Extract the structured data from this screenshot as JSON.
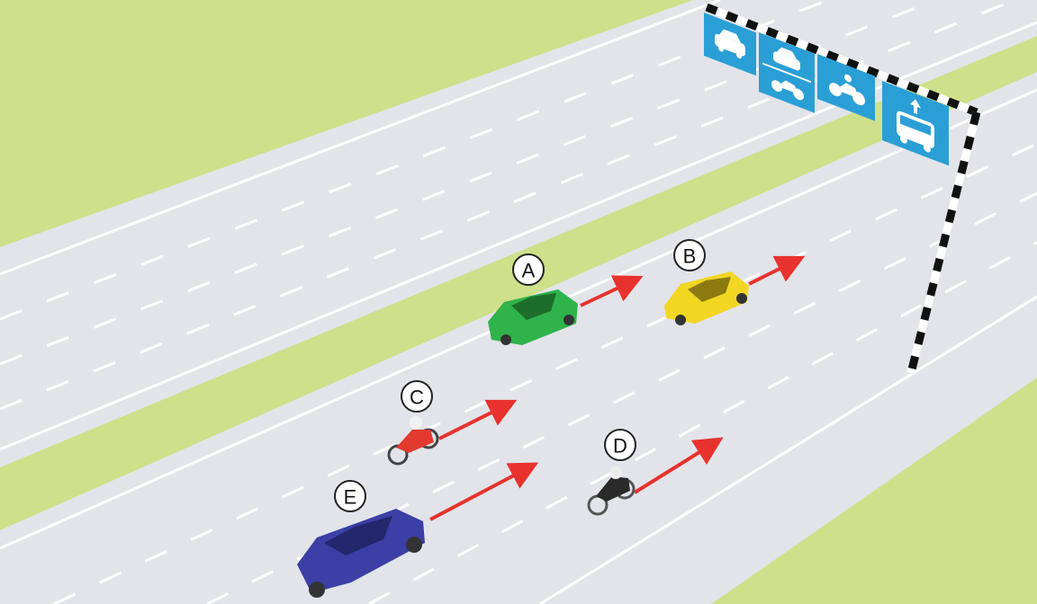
{
  "scene": {
    "type": "road-lane-diagram",
    "colors": {
      "grass": "#cfe08a",
      "road": "#e2e4ea",
      "lane_marking": "#ffffff",
      "arrow": "#e8322d",
      "sign_blue": "#2a9fd6",
      "gantry_black": "#111111"
    },
    "lane_signs": [
      {
        "icon": "car-icon",
        "vehicles": [
          "car"
        ]
      },
      {
        "icon": "car-motorcycle-icon",
        "vehicles": [
          "car",
          "motorcycle"
        ]
      },
      {
        "icon": "motorcycle-icon",
        "vehicles": [
          "motorcycle"
        ]
      },
      {
        "icon": "bus-icon",
        "vehicles": [
          "bus"
        ]
      }
    ],
    "vehicles": [
      {
        "label": "A",
        "type": "car",
        "color": "#2fb34a"
      },
      {
        "label": "B",
        "type": "car",
        "color": "#f2d622"
      },
      {
        "label": "C",
        "type": "motorcycle",
        "color": "#e23a2e"
      },
      {
        "label": "D",
        "type": "motorcycle",
        "color": "#2a2a2a"
      },
      {
        "label": "E",
        "type": "car",
        "color": "#3b3fa6"
      }
    ]
  }
}
